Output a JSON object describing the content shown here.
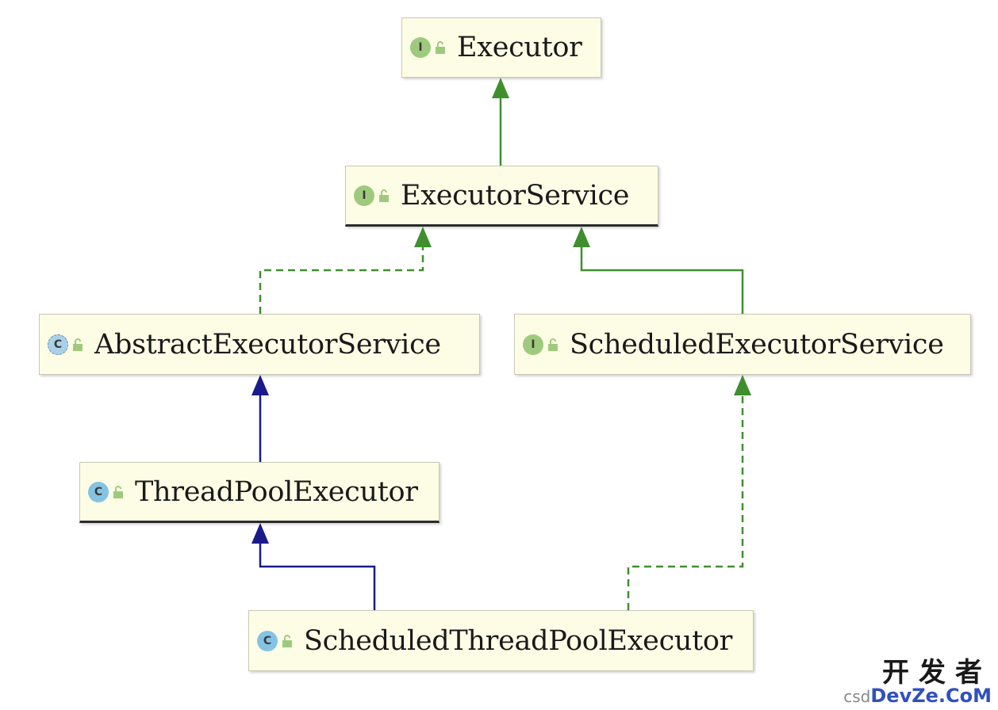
{
  "nodes": {
    "executor": {
      "label": "Executor",
      "kind": "interface",
      "kind_letter": "I"
    },
    "executor_service": {
      "label": "ExecutorService",
      "kind": "interface",
      "kind_letter": "I"
    },
    "abstract_executor_service": {
      "label": "AbstractExecutorService",
      "kind": "abstract-class",
      "kind_letter": "C"
    },
    "scheduled_executor_service": {
      "label": "ScheduledExecutorService",
      "kind": "interface",
      "kind_letter": "I"
    },
    "thread_pool_executor": {
      "label": "ThreadPoolExecutor",
      "kind": "class",
      "kind_letter": "C"
    },
    "scheduled_thread_pool_executor": {
      "label": "ScheduledThreadPoolExecutor",
      "kind": "class",
      "kind_letter": "C"
    }
  },
  "edges": [
    {
      "from": "executor_service",
      "to": "executor",
      "type": "extends-interface"
    },
    {
      "from": "abstract_executor_service",
      "to": "executor_service",
      "type": "implements"
    },
    {
      "from": "scheduled_executor_service",
      "to": "executor_service",
      "type": "extends-interface"
    },
    {
      "from": "thread_pool_executor",
      "to": "abstract_executor_service",
      "type": "extends-class"
    },
    {
      "from": "scheduled_thread_pool_executor",
      "to": "thread_pool_executor",
      "type": "extends-class"
    },
    {
      "from": "scheduled_thread_pool_executor",
      "to": "scheduled_executor_service",
      "type": "implements"
    }
  ],
  "colors": {
    "interface_edge": "#3f8f2f",
    "class_edge": "#1a1a8c",
    "node_fill": "#fdfde6",
    "interface_icon": "#9fca7e",
    "class_icon": "#84c3e3"
  },
  "watermark": {
    "top": "开发者",
    "prefix": "csd",
    "bottom": "DevZe.CoM"
  }
}
